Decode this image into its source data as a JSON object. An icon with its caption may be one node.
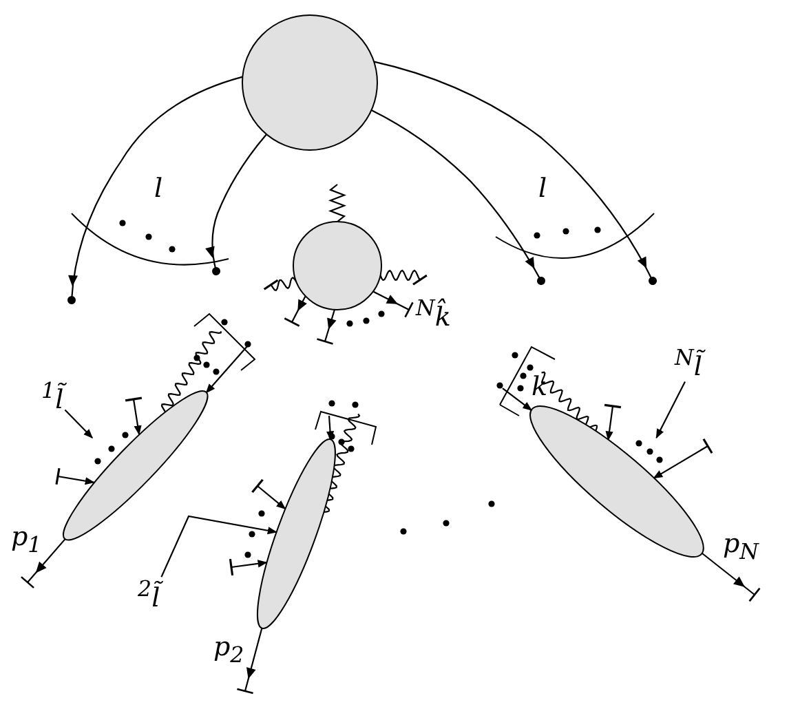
{
  "diagram": {
    "nodes": [
      {
        "text": [],
        "shape": "circle"
      },
      {
        "text": [],
        "shape": "circle"
      },
      {
        "text": [],
        "shape": "ellipse"
      },
      {
        "text": [],
        "shape": "ellipse"
      },
      {
        "text": [],
        "shape": "ellipse"
      },
      {
        "text": [
          "$^{1}$l̃"
        ]
      },
      {
        "text": [
          "$^{2}$l̃"
        ]
      },
      {
        "text": [
          "$^{N}$l̃"
        ]
      },
      {
        "text": [],
        "shape": "dots"
      },
      {
        "text": [],
        "shape": "dots"
      }
    ],
    "edges": [
      {
        "from": 0,
        "to": null,
        "arrow": "to"
      },
      {
        "from": 0,
        "to": null,
        "arrow": "to"
      },
      {
        "from": 0,
        "to": null,
        "arrow": "to"
      },
      {
        "from": 0,
        "to": null,
        "arrow": "to"
      },
      {
        "from": 1,
        "to": null,
        "arrow": "none"
      },
      {
        "from": 1,
        "to": null,
        "arrow": "other"
      },
      {
        "from": 1,
        "to": null,
        "arrow": "other"
      },
      {
        "from": 1,
        "to": null,
        "arrow": "to"
      },
      {
        "from": 1,
        "to": null,
        "arrow": "to"
      },
      {
        "from": 1,
        "to": null,
        "arrow": "to",
        "label": "$^{N}$k̂"
      },
      {
        "from": 2,
        "to": null,
        "arrow": "to",
        "label": "p$_{1}$"
      },
      {
        "from": null,
        "to": 2,
        "arrow": "to"
      },
      {
        "from": 2,
        "to": null,
        "arrow": "none"
      },
      {
        "from": null,
        "to": 2,
        "arrow": "to"
      },
      {
        "from": null,
        "to": 2,
        "arrow": "to"
      },
      {
        "from": 3,
        "to": null,
        "arrow": "to",
        "label": "p$_{2}$"
      },
      {
        "from": null,
        "to": 3,
        "arrow": "to"
      },
      {
        "from": 3,
        "to": null,
        "arrow": "none"
      },
      {
        "from": null,
        "to": 3,
        "arrow": "to"
      },
      {
        "from": null,
        "to": 3,
        "arrow": "to"
      },
      {
        "from": 4,
        "to": null,
        "arrow": "to",
        "label": "p$_{N}$"
      },
      {
        "from": null,
        "to": 4,
        "arrow": "to",
        "label": "k"
      },
      {
        "from": 4,
        "to": null,
        "arrow": "none"
      },
      {
        "from": null,
        "to": 4,
        "arrow": "to"
      },
      {
        "from": null,
        "to": 4,
        "arrow": "to"
      },
      {
        "from": 5,
        "to": 8,
        "arrow": "to"
      },
      {
        "from": 6,
        "to": 3,
        "arrow": "to"
      },
      {
        "from": 7,
        "to": 9,
        "arrow": "to"
      }
    ],
    "labels": [
      "l",
      "l"
    ]
  }
}
